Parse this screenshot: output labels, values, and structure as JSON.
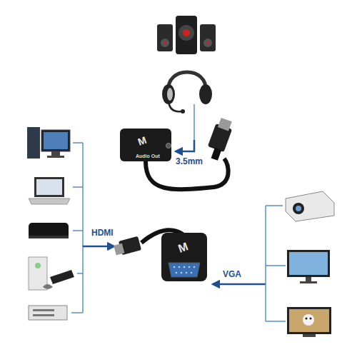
{
  "diagram": {
    "labels": [
      "3.5mm",
      "Audio Out",
      "HDMI",
      "VGA"
    ]
  }
}
